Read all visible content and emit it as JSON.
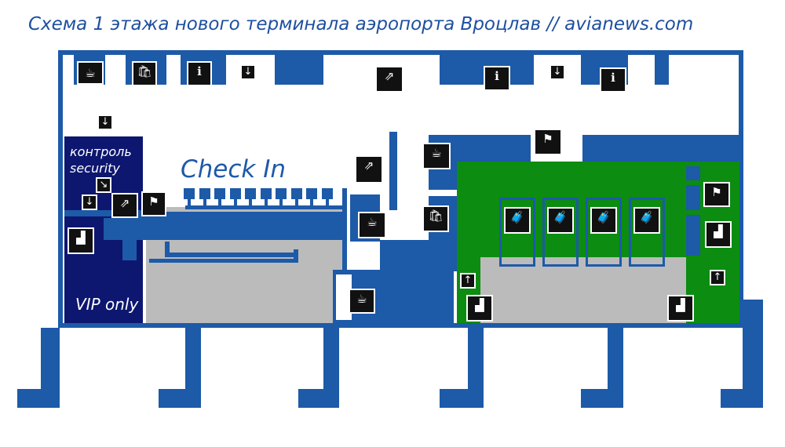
{
  "title": "Схема 1 этажа нового терминала аэропорта Вроцлав // avianews.com",
  "zones": {
    "security_line1": "контроль",
    "security_line2": "security",
    "vip": "VIP only",
    "checkin": "Check In"
  },
  "icons": {
    "cafe": "☕",
    "shop": "🛍",
    "info": "ℹ",
    "escalator": "⇗",
    "stairs": "▟",
    "arrow_down": "↓",
    "arrow_up": "↑",
    "arrow_diag": "↘",
    "baggage": "🧳",
    "control": "⚑"
  },
  "colors": {
    "structure": "#1d5aa8",
    "security_zone": "#0d1770",
    "arrivals_zone": "#0c8c11",
    "checkin_area": "#bbbbbb",
    "title": "#1d4fa0"
  },
  "checkin_desks": 10,
  "baggage_belts": 4
}
